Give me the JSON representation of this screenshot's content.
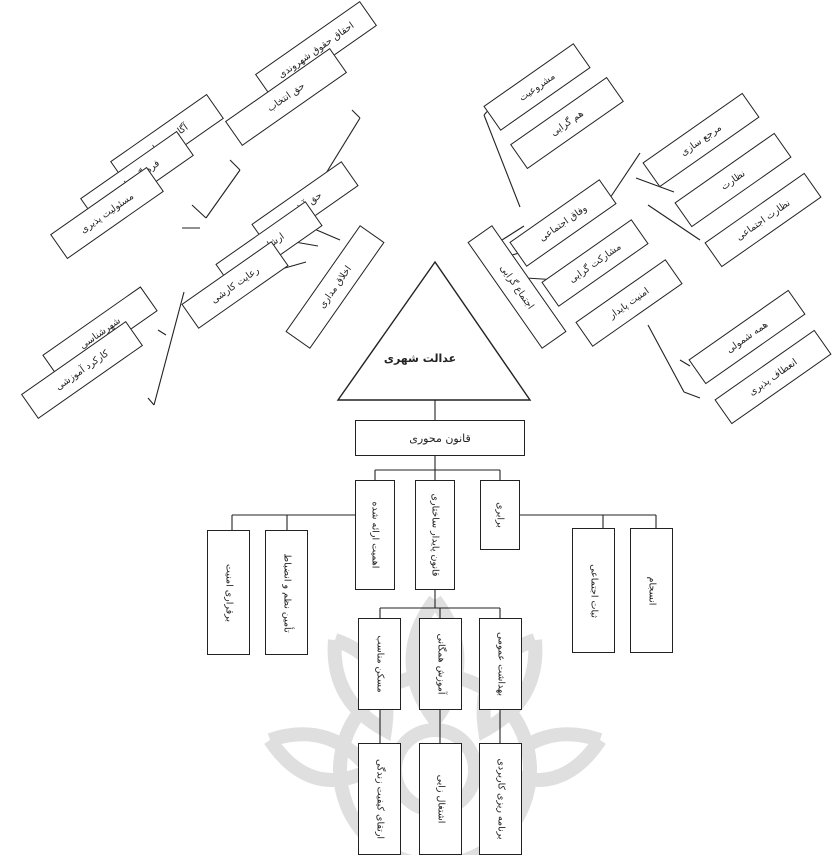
{
  "center": "عدالت شهری",
  "hub": "قانون محوری",
  "upper_left": {
    "hub": "اخلاق مداری",
    "mids": [
      "حق آزادی",
      "ارشادیت",
      "رعایت کارشی"
    ],
    "top_leaves": [
      "احقاق حقوق شهروندی",
      "حق انتخاب"
    ],
    "mid_leaves": [
      "آگاهی محلی",
      "فرهنگ سازی",
      "مسئولیت پذیری"
    ],
    "bottom_leaves": [
      "شهرشناسی",
      "کارکرد آموزشی"
    ]
  },
  "upper_right": {
    "hub": "اجتماع گرایی",
    "mids": [
      "وفاق اجتماعی",
      "مشارکت گرایی",
      "امنیت پایدار"
    ],
    "top_leaves": [
      "مشروعیت",
      "هم گرایی"
    ],
    "mid_leaves": [
      "مرجع سازی",
      "نظارت",
      "نظارت اجتماعی"
    ],
    "bottom_leaves": [
      "همه شمولی",
      "انعطاف پذیری"
    ]
  },
  "bottom": {
    "children": [
      "اهمیت ارائه شده",
      "قانون پایدار ساختاری",
      "برابری"
    ],
    "left_leaves": [
      "برقراری امنیت",
      "تأمین نظم و انضباط"
    ],
    "right_leaves": [
      "ثبات اجتماعی",
      "انسجام"
    ],
    "middle_leaves": [
      "مسکن مناسب",
      "آموزش همگانی",
      "بهداشت عمومی"
    ],
    "final_leaves": [
      "ارتقای کیفیت زندگی",
      "اشتغال زایی",
      "برنامه ریزی کاربردی"
    ]
  }
}
